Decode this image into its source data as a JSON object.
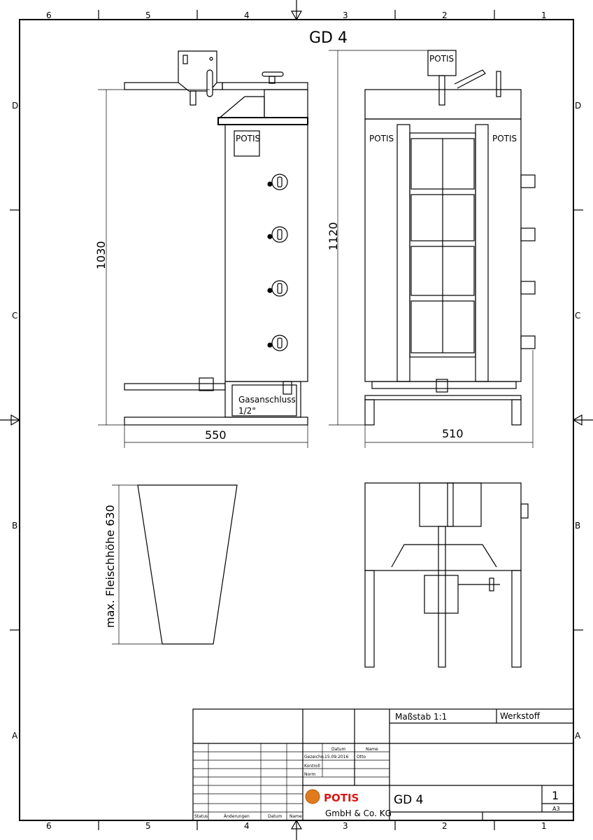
{
  "title": "GD 4",
  "zones": {
    "columns": [
      "6",
      "5",
      "4",
      "3",
      "2",
      "1"
    ],
    "rows": [
      "D",
      "C",
      "B",
      "A"
    ]
  },
  "side_view": {
    "brand_plate": "POTIS",
    "gas_label": "Gasanschluss",
    "gas_size": "1/2\"",
    "height_dim": "1030",
    "width_dim": "550"
  },
  "front_view": {
    "brand_top": "POTIS",
    "brand_left": "POTIS",
    "brand_right": "POTIS",
    "height_dim": "1120",
    "width_dim": "510"
  },
  "meat_profile": {
    "height_label": "max. Fleischhöhe 630"
  },
  "title_block": {
    "scale": "Maßstab 1:1",
    "material": "Werkstoff",
    "col_date": "Datum",
    "col_name": "Name",
    "row_drawn": "Gezeichn.",
    "drawn_date": "15.09.2016",
    "drawn_name": "Otto",
    "row_checked": "Kontroll",
    "row_norm": "Norm",
    "rev_status": "Status",
    "rev_changes": "Änderungen",
    "rev_date": "Datum",
    "rev_name": "Name",
    "company_logo": "POTIS",
    "company": "GmbH & Co. KG",
    "drawing_title": "GD 4",
    "sheet": "1",
    "format": "A3"
  }
}
